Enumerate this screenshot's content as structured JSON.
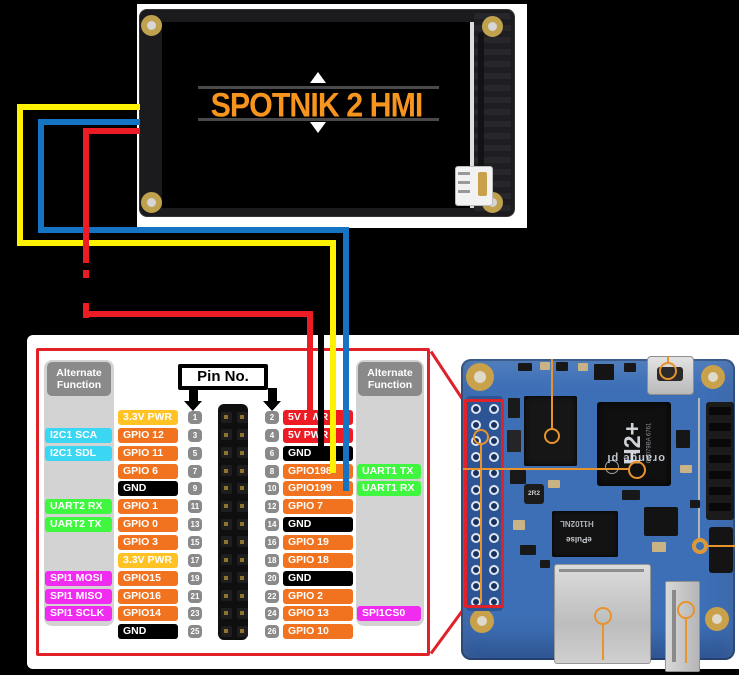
{
  "palette": {
    "orange": "#F1731F",
    "yellow": "#FFC325",
    "red": "#EE1B24",
    "black": "#000000",
    "cyan": "#3BD6F2",
    "green": "#3EF73E",
    "magenta": "#EF2CEF",
    "badgeGray": "#8A8A8A",
    "headerGray": "#8A8A8A",
    "colGray": "#D3D3D3",
    "tableRed": "#E02128",
    "wireYellow": "#FFF200",
    "wireBlue": "#1473C2",
    "wireRed": "#EC1C24",
    "wireBlack": "#000000",
    "screenOrange": "#F7941D",
    "pcbBlue": "#3D6FB6",
    "annotationOrange": "#E8932C"
  },
  "display": {
    "title": "SPOTNIK 2 HMI"
  },
  "pinout": {
    "alt_header_line1": "Alternate",
    "alt_header_line2": "Function",
    "pin_no": "Pin No.",
    "rows": [
      {
        "l_alt": "",
        "l_alt_c": "",
        "l_label": "3.3V PWR",
        "l_c": "yellow",
        "l_pin": "1",
        "r_pin": "2",
        "r_label": "5V PWR",
        "r_c": "red",
        "r_alt": "",
        "r_alt_c": ""
      },
      {
        "l_alt": "I2C1 SCA",
        "l_alt_c": "cyan",
        "l_label": "GPIO 12",
        "l_c": "orange",
        "l_pin": "3",
        "r_pin": "4",
        "r_label": "5V PWR",
        "r_c": "red",
        "r_alt": "",
        "r_alt_c": ""
      },
      {
        "l_alt": "I2C1 SDL",
        "l_alt_c": "cyan",
        "l_label": "GPIO 11",
        "l_c": "orange",
        "l_pin": "5",
        "r_pin": "6",
        "r_label": "GND",
        "r_c": "black",
        "r_alt": "",
        "r_alt_c": ""
      },
      {
        "l_alt": "",
        "l_alt_c": "",
        "l_label": "GPIO 6",
        "l_c": "orange",
        "l_pin": "7",
        "r_pin": "8",
        "r_label": "GPIO198",
        "r_c": "orange",
        "r_alt": "UART1 TX",
        "r_alt_c": "green"
      },
      {
        "l_alt": "",
        "l_alt_c": "",
        "l_label": "GND",
        "l_c": "black",
        "l_pin": "9",
        "r_pin": "10",
        "r_label": "GPIO199",
        "r_c": "orange",
        "r_alt": "UART1 RX",
        "r_alt_c": "green"
      },
      {
        "l_alt": "UART2 RX",
        "l_alt_c": "green",
        "l_label": "GPIO 1",
        "l_c": "orange",
        "l_pin": "11",
        "r_pin": "12",
        "r_label": "GPIO 7",
        "r_c": "orange",
        "r_alt": "",
        "r_alt_c": ""
      },
      {
        "l_alt": "UART2 TX",
        "l_alt_c": "green",
        "l_label": "GPIO 0",
        "l_c": "orange",
        "l_pin": "13",
        "r_pin": "14",
        "r_label": "GND",
        "r_c": "black",
        "r_alt": "",
        "r_alt_c": ""
      },
      {
        "l_alt": "",
        "l_alt_c": "",
        "l_label": "GPIO 3",
        "l_c": "orange",
        "l_pin": "15",
        "r_pin": "16",
        "r_label": "GPIO 19",
        "r_c": "orange",
        "r_alt": "",
        "r_alt_c": ""
      },
      {
        "l_alt": "",
        "l_alt_c": "",
        "l_label": "3.3V PWR",
        "l_c": "yellow",
        "l_pin": "17",
        "r_pin": "18",
        "r_label": "GPIO 18",
        "r_c": "orange",
        "r_alt": "",
        "r_alt_c": ""
      },
      {
        "l_alt": "SPI1 MOSI",
        "l_alt_c": "magenta",
        "l_label": "GPIO15",
        "l_c": "orange",
        "l_pin": "19",
        "r_pin": "20",
        "r_label": "GND",
        "r_c": "black",
        "r_alt": "",
        "r_alt_c": ""
      },
      {
        "l_alt": "SPI1 MISO",
        "l_alt_c": "magenta",
        "l_label": "GPIO16",
        "l_c": "orange",
        "l_pin": "21",
        "r_pin": "22",
        "r_label": "GPIO 2",
        "r_c": "orange",
        "r_alt": "",
        "r_alt_c": ""
      },
      {
        "l_alt": "SPI1 SCLK",
        "l_alt_c": "magenta",
        "l_label": "GPIO14",
        "l_c": "orange",
        "l_pin": "23",
        "r_pin": "24",
        "r_label": "GPIO 13",
        "r_c": "orange",
        "r_alt": "SPI1CS0",
        "r_alt_c": "magenta"
      },
      {
        "l_alt": "",
        "l_alt_c": "",
        "l_label": "GND",
        "l_c": "black",
        "l_pin": "25",
        "r_pin": "26",
        "r_label": "GPIO 10",
        "r_c": "orange",
        "r_alt": "",
        "r_alt_c": ""
      }
    ]
  },
  "wires": [
    {
      "name": "yellow-wire",
      "color_key": "wireYellow",
      "to_pin": "8 GPIO198"
    },
    {
      "name": "blue-wire",
      "color_key": "wireBlue",
      "to_pin": "10 GPIO199"
    },
    {
      "name": "red-wire",
      "color_key": "wireRed",
      "to_pin": "2 5V PWR"
    },
    {
      "name": "black-wire",
      "color_key": "wireBlack",
      "to_pin": "6 GND"
    }
  ],
  "board": {
    "soc": "H2+",
    "soc_marking": "G6079BA 6761",
    "eth_brand": "ePulse",
    "eth_chip": "H1102NL",
    "inductor": "2R2",
    "silkscreen": "orange pi"
  }
}
